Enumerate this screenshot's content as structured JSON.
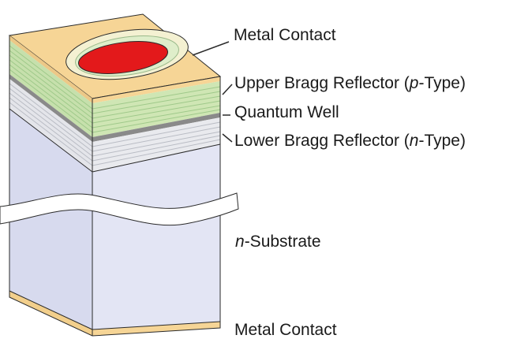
{
  "labels": {
    "metal_contact_top": "Metal Contact",
    "upper_bragg": {
      "pre": "Upper Bragg Reflector (",
      "italic": "p",
      "post": "-Type)"
    },
    "quantum_well": "Quantum Well",
    "lower_bragg": {
      "pre": "Lower Bragg Reflector (",
      "italic": "n",
      "post": "-Type)"
    },
    "substrate": {
      "italic": "n",
      "post": "-Substrate"
    },
    "metal_contact_bottom": "Metal Contact"
  },
  "colors": {
    "metal_contact": "#f6d596",
    "metal_contact_dark": "#e8c27a",
    "upper_bragg": "#cfe6b4",
    "upper_bragg_lines": "#9fc98a",
    "quantum_well": "#8a8a8a",
    "lower_bragg": "#e9eaee",
    "lower_bragg_lines": "#b9bcc4",
    "substrate_front": "#e3e5f4",
    "substrate_side": "#d7daee",
    "aperture_ring": "#e9f0cf",
    "emission_spot": "#e3191b",
    "outline": "#2a2a2a"
  }
}
